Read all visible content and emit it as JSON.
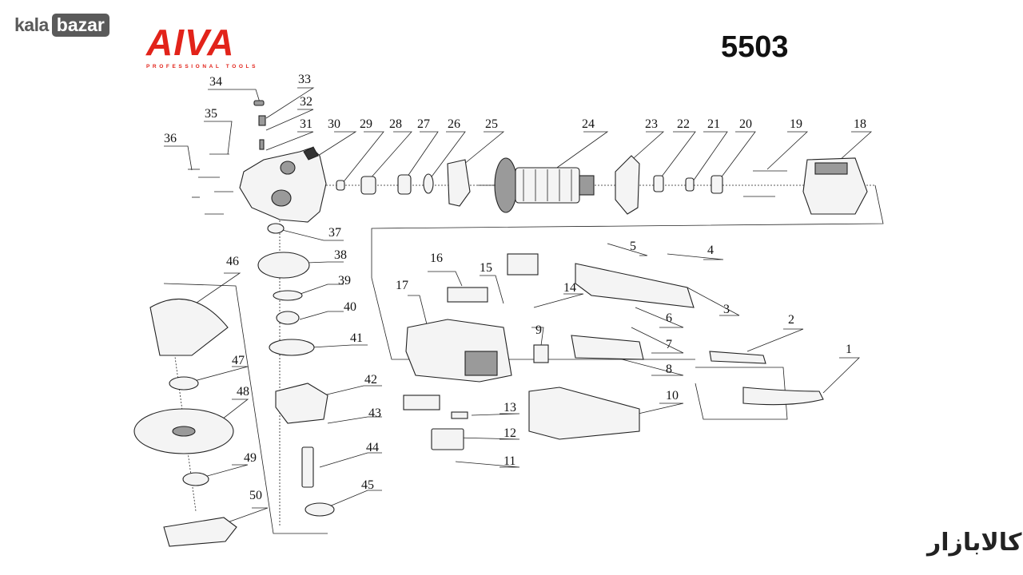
{
  "header": {
    "store_logo_part1": "kala",
    "store_logo_part2": "bazar",
    "brand_wordmark": "AIVA",
    "brand_tagline": "PROFESSIONAL TOOLS",
    "model_number": "5503",
    "watermark_logo": "کالابازار"
  },
  "part_labels": [
    "1",
    "2",
    "3",
    "4",
    "5",
    "6",
    "7",
    "8",
    "9",
    "10",
    "11",
    "12",
    "13",
    "14",
    "15",
    "16",
    "17",
    "18",
    "19",
    "20",
    "21",
    "22",
    "23",
    "24",
    "25",
    "26",
    "27",
    "28",
    "29",
    "30",
    "31",
    "32",
    "33",
    "34",
    "35",
    "36",
    "37",
    "38",
    "39",
    "40",
    "41",
    "42",
    "43",
    "44",
    "45",
    "46",
    "47",
    "48",
    "49",
    "50"
  ],
  "colors": {
    "brand_red": "#e2231a",
    "logo_gray": "#5a5a5a",
    "line": "#222222"
  },
  "icons": {
    "store_logo": "kalabazar-logo",
    "brand_logo": "aiva-logo"
  }
}
